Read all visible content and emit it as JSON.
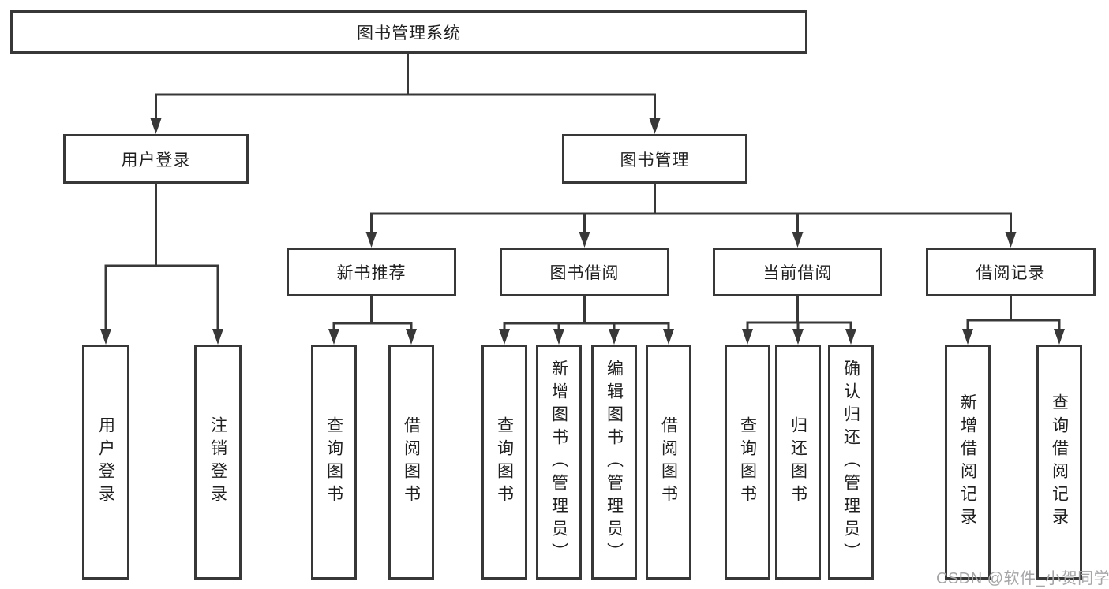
{
  "nodes": {
    "root": {
      "label": "图书管理系统"
    },
    "user_login": {
      "label": "用户登录"
    },
    "book_mgmt": {
      "label": "图书管理"
    },
    "new_book_rec": {
      "label": "新书推荐"
    },
    "book_borrow": {
      "label": "图书借阅"
    },
    "current_borrow": {
      "label": "当前借阅"
    },
    "borrow_record": {
      "label": "借阅记录"
    },
    "leaf_user_login": {
      "label": "用户登录"
    },
    "leaf_logout": {
      "label": "注销登录"
    },
    "leaf_nb_query": {
      "label": "查询图书"
    },
    "leaf_nb_borrow": {
      "label": "借阅图书"
    },
    "leaf_bb_query": {
      "label": "查询图书"
    },
    "leaf_bb_add": {
      "label": "新增图书（管理员）"
    },
    "leaf_bb_edit": {
      "label": "编辑图书（管理员）"
    },
    "leaf_bb_borrow": {
      "label": "借阅图书"
    },
    "leaf_cb_query": {
      "label": "查询图书"
    },
    "leaf_cb_return": {
      "label": "归还图书"
    },
    "leaf_cb_confirm": {
      "label": "确认归还（管理员）"
    },
    "leaf_br_add": {
      "label": "新增借阅记录"
    },
    "leaf_br_query": {
      "label": "查询借阅记录"
    }
  },
  "watermark": {
    "text": "CSDN @软件_小贺同学"
  },
  "colors": {
    "line": "#383838",
    "text": "#1f1f1f",
    "watermark": "#a6a6a8",
    "background": "#ffffff"
  }
}
